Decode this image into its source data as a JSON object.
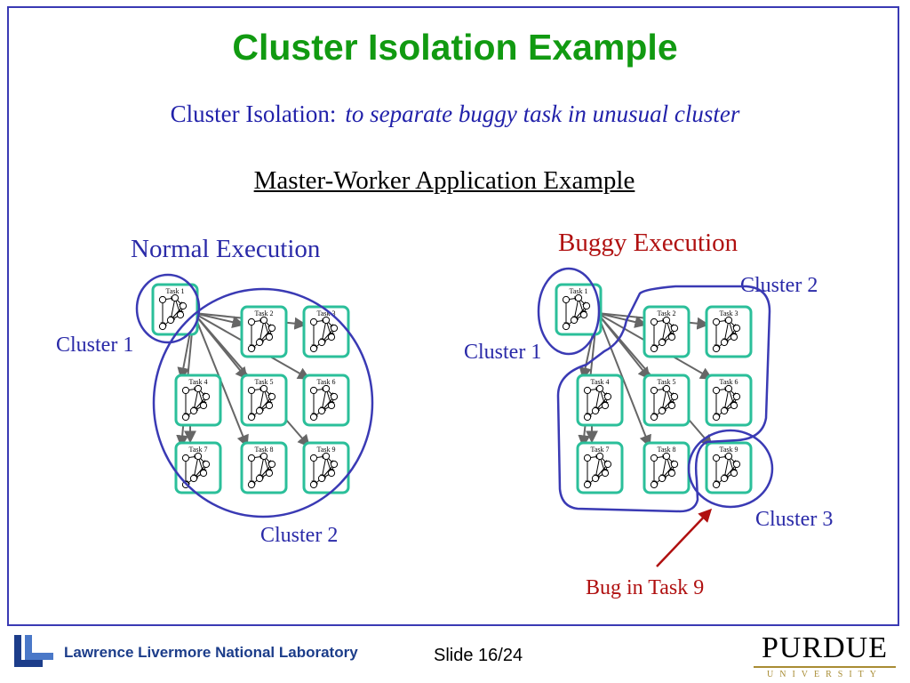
{
  "slide": {
    "title": "Cluster Isolation Example",
    "subtitle_term": "Cluster Isolation:",
    "subtitle_definition": "to separate buggy task in unusual cluster",
    "app_title": "Master-Worker Application Example"
  },
  "normal": {
    "heading": "Normal Execution",
    "cluster1_label": "Cluster 1",
    "cluster2_label": "Cluster 2"
  },
  "buggy": {
    "heading": "Buggy Execution",
    "cluster1_label": "Cluster 1",
    "cluster2_label": "Cluster 2",
    "cluster3_label": "Cluster 3",
    "bug_label": "Bug in Task 9"
  },
  "tasks": [
    "Task 1",
    "Task 2",
    "Task 3",
    "Task 4",
    "Task 5",
    "Task 6",
    "Task 7",
    "Task 8",
    "Task 9"
  ],
  "colors": {
    "title": "#119a11",
    "cluster_outline": "#3a3ab4",
    "task_border": "#2bbf9a",
    "bug": "#b01010",
    "edge": "#666666"
  },
  "footer": {
    "lab_name": "Lawrence Livermore National Laboratory",
    "slide_number": "Slide 16/24",
    "university_name": "PURDUE",
    "university_sub": "UNIVERSITY"
  }
}
